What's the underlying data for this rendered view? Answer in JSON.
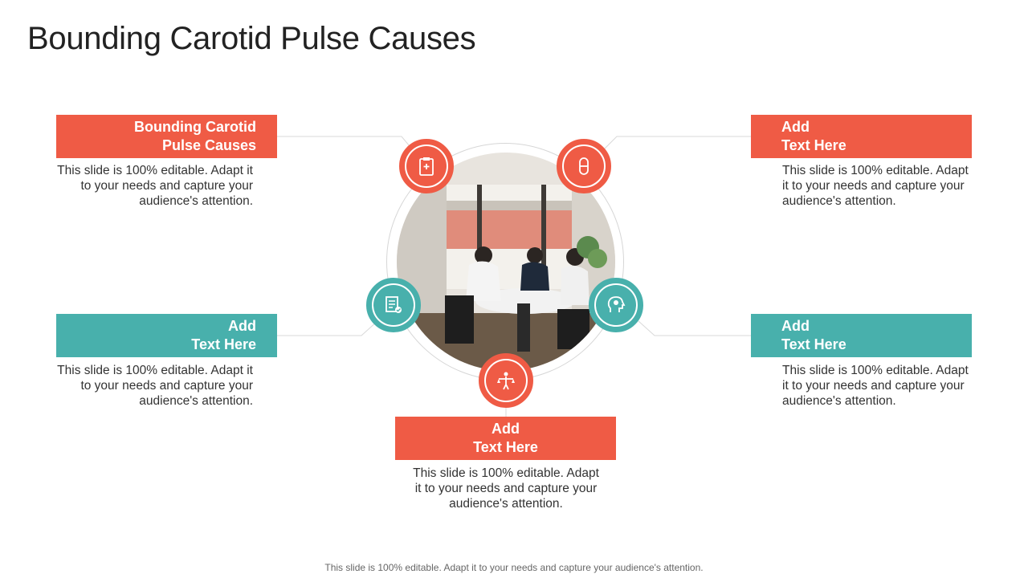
{
  "title": "Bounding Carotid Pulse Causes",
  "items": [
    {
      "heading_line1": "Bounding Carotid",
      "heading_line2": "Pulse Causes",
      "color": "#ef5b45",
      "icon": "clipboard-medical-icon",
      "desc_line1": "This slide is 100% editable. Adapt it",
      "desc_line2": "to your needs and capture your",
      "desc_line3": "audience's attention."
    },
    {
      "heading_line1": "Add",
      "heading_line2": "Text Here",
      "color": "#ef5b45",
      "icon": "pill-capsule-icon",
      "desc_line1": "This slide is 100% editable. Adapt",
      "desc_line2": "it to your needs and capture your",
      "desc_line3": "audience's attention."
    },
    {
      "heading_line1": "Add",
      "heading_line2": "Text Here",
      "color": "#48b0ac",
      "icon": "checklist-icon",
      "desc_line1": "This slide is 100% editable. Adapt it",
      "desc_line2": "to your needs and capture your",
      "desc_line3": "audience's attention."
    },
    {
      "heading_line1": "Add",
      "heading_line2": "Text Here",
      "color": "#48b0ac",
      "icon": "head-gear-icon",
      "desc_line1": "This slide is 100% editable. Adapt",
      "desc_line2": "it to your needs and capture your",
      "desc_line3": "audience's attention."
    },
    {
      "heading_line1": "Add",
      "heading_line2": "Text Here",
      "color": "#ef5b45",
      "icon": "person-balance-icon",
      "desc_line1": "This slide is 100% editable. Adapt",
      "desc_line2": "it to your needs and capture your",
      "desc_line3": "audience's attention."
    }
  ],
  "photo_icon": "meeting-photo",
  "footer": "This slide is 100% editable. Adapt it to your needs and capture your audience's attention."
}
